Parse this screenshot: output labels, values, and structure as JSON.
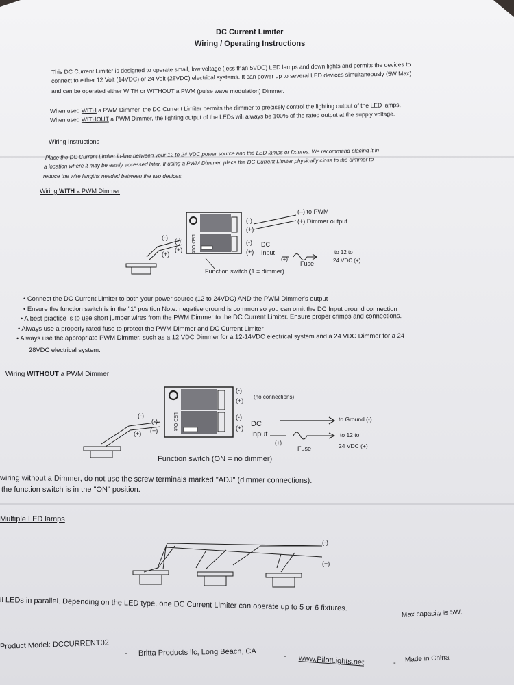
{
  "doc": {
    "title": "DC Current Limiter",
    "subtitle": "Wiring / Operating Instructions",
    "intro_lines": [
      "This DC Current Limiter is designed to operate small, low voltage (less than 5VDC) LED lamps and down lights and permits the devices to",
      "connect to either 12 Volt (14VDC) or 24 Volt (28VDC) electrical systems.  It can power up to several LED devices simultaneously (5W Max)",
      "and can be operated either WITH or WITHOUT a PWM (pulse wave modulation) Dimmer."
    ],
    "with_line": {
      "a": "When used ",
      "u": "WITH",
      "b": " a PWM Dimmer, the DC Current Limiter permits the dimmer to precisely control the lighting output of the LED lamps."
    },
    "without_line": {
      "a": "When used ",
      "u": "WITHOUT",
      "b": " a PWM Dimmer, the lighting output of the LEDs will always be 100% of the rated output at the supply voltage."
    },
    "wiring_instructions_header": "Wiring Instructions",
    "wiring_instr_lines": [
      "Place the DC Current Limiter in-line between your 12 to 24 VDC power source and the LED lamps or fixtures.  We recommend placing it in",
      "a location where it may be easily accessed later.  If using a PWM Dimmer, place the DC Current Limiter physically close to the dimmer to",
      "reduce the wire lengths needed between the two devices."
    ]
  },
  "diagram1": {
    "header_a": "Wiring ",
    "header_b": "WITH",
    "header_c": " a PWM Dimmer",
    "neg": "(-)",
    "pos": "(+)",
    "to_pwm": "(–) to PWM",
    "dimmer_output": "(+) Dimmer output",
    "dc": "DC",
    "input": "Input",
    "fuse": "Fuse",
    "to_12": "to 12 to",
    "to_24": "24 VDC (+)",
    "led_out": "LED Out",
    "func_switch": "Function switch (1 = dimmer)"
  },
  "bullets": [
    "Connect the DC Current Limiter to both your power source (12 to 24VDC) AND the PWM Dimmer's output",
    "Ensure the function switch is in the \"1\" position  Note:  negative ground is common so you can omit the DC Input ground connection",
    "A best practice is to use short jumper wires from the PWM Dimmer to the DC Current Limiter.  Ensure proper crimps and connections.",
    "Always use a properly rated fuse to protect the PWM Dimmer and DC Current Limiter",
    "Always use the appropriate PWM Dimmer, such as a 12 VDC Dimmer for a 12-14VDC electrical system and a 24 VDC Dimmer for a 24-",
    "28VDC electrical system."
  ],
  "diagram2": {
    "header_a": "Wiring ",
    "header_b": "WITHOUT",
    "header_c": " a PWM Dimmer",
    "no_connections": "(no connections)",
    "to_ground": "to Ground (-)",
    "dc": "DC",
    "input": "Input",
    "fuse": "Fuse",
    "to_12": "to 12 to",
    "to_24": "24 VDC (+)",
    "neg": "(-)",
    "pos": "(+)",
    "led_out": "LED Out",
    "func_switch": "Function switch (ON = no dimmer)",
    "note1": "wiring without a Dimmer, do not use the screw terminals marked \"ADJ\" (dimmer connections).",
    "note2": "the function switch is in the \"ON\" position."
  },
  "multi": {
    "header": "Multiple LED lamps",
    "neg": "(-)",
    "pos": "(+)",
    "parallel": "ll LEDs in parallel.  Depending on the LED type, one DC Current Limiter can operate up to 5 or 6 fixtures.",
    "max": "Max capacity is 5W."
  },
  "footer": {
    "model": "Product Model:  DCCURRENT02",
    "sep": "-",
    "company": "Britta Products llc, Long Beach, CA",
    "url": "www.PilotLights.net",
    "made": "Made in China"
  }
}
